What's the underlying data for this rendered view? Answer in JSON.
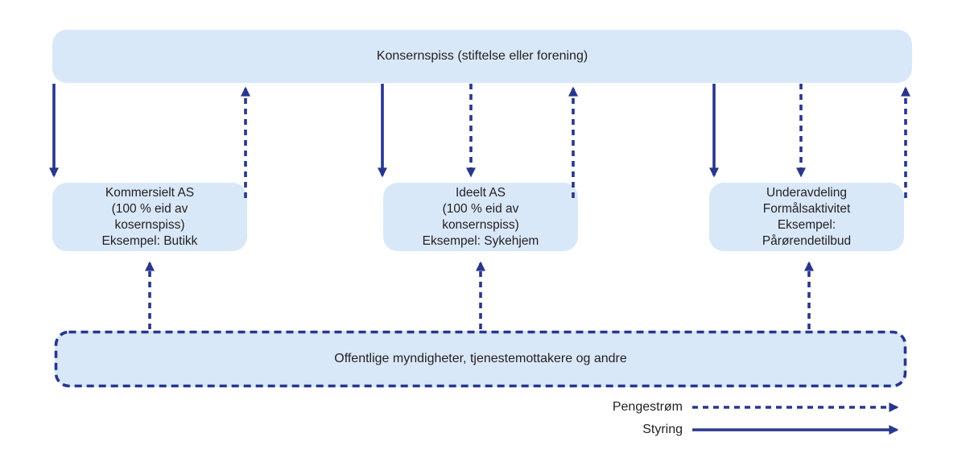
{
  "diagram": {
    "top_box": {
      "label": "Konsernspiss (stiftelse eller forening)"
    },
    "mid_boxes": [
      {
        "id": "kommersielt",
        "lines": [
          "Kommersielt AS",
          "(100 % eid av",
          "kosernspiss)",
          "Eksempel: Butikk"
        ]
      },
      {
        "id": "ideelt",
        "lines": [
          "Ideelt AS",
          "(100 % eid av",
          "konsernspiss)",
          "Eksempel: Sykehjem"
        ]
      },
      {
        "id": "underavdeling",
        "lines": [
          "Underavdeling",
          "Formålsaktivitet",
          "Eksempel:",
          "Pårørendetilbud"
        ]
      }
    ],
    "bottom_box": {
      "label": "Offentlige myndigheter, tjenestemottakere og andre"
    },
    "legend": {
      "pengestrom_label": "Pengestrøm",
      "styring_label": "Styring"
    },
    "arrows": [
      {
        "type": "styring",
        "from": "konsernspiss",
        "to": "kommersielt"
      },
      {
        "type": "pengestrom",
        "from": "kommersielt",
        "to": "konsernspiss"
      },
      {
        "type": "styring",
        "from": "konsernspiss",
        "to": "ideelt"
      },
      {
        "type": "pengestrom",
        "from": "konsernspiss",
        "to": "ideelt"
      },
      {
        "type": "pengestrom",
        "from": "ideelt",
        "to": "konsernspiss"
      },
      {
        "type": "styring",
        "from": "konsernspiss",
        "to": "underavdeling"
      },
      {
        "type": "pengestrom",
        "from": "konsernspiss",
        "to": "underavdeling"
      },
      {
        "type": "pengestrom",
        "from": "underavdeling",
        "to": "konsernspiss"
      },
      {
        "type": "pengestrom",
        "from": "offentlige",
        "to": "kommersielt"
      },
      {
        "type": "pengestrom",
        "from": "offentlige",
        "to": "ideelt"
      },
      {
        "type": "pengestrom",
        "from": "offentlige",
        "to": "underavdeling"
      }
    ],
    "colors": {
      "box_fill": "#d9e8f8",
      "arrow": "#28368d",
      "text": "#231f20"
    }
  }
}
